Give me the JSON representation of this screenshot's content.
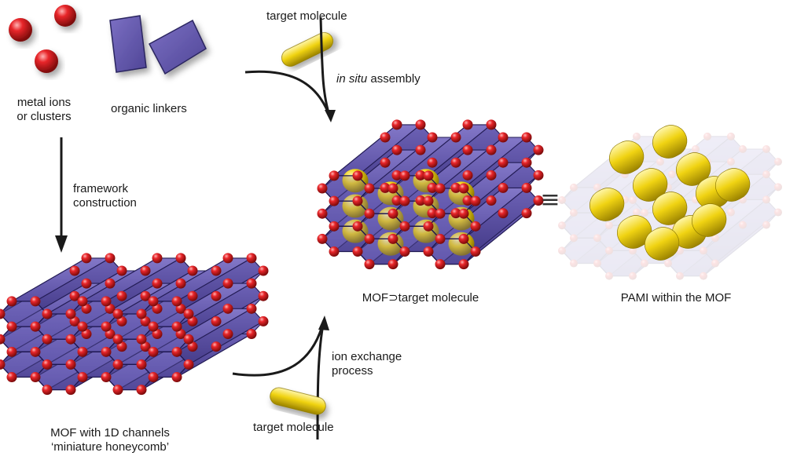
{
  "labels": {
    "metal_ions_line1": "metal ions",
    "metal_ions_line2": "or clusters",
    "organic_linkers": "organic linkers",
    "target_molecule_top": "target molecule",
    "in_situ_italic": "in situ",
    "in_situ_rest": " assembly",
    "framework_line1": "framework",
    "framework_line2": "construction",
    "mof_loaded": "MOF⊃target molecule",
    "equivalent_symbol": "≡",
    "pami": "PAMI within the MOF",
    "ion_exchange_line1": "ion exchange",
    "ion_exchange_line2": "process",
    "target_molecule_bottom": "target molecule",
    "mof_channels_line1": "MOF with 1D channels",
    "mof_channels_line2": "‘miniature honeycomb’"
  },
  "colors": {
    "metal_node": "#e11c1c",
    "linker": "#6f63b4",
    "prism_face": "#6a5fb0",
    "target_molecule": "#f0d312",
    "arrow": "#1a1a1a"
  }
}
